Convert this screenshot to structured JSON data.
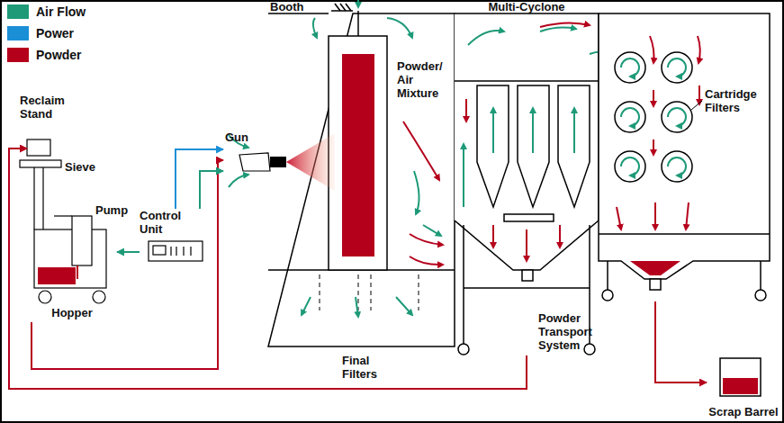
{
  "diagram": {
    "nodes": [
      {
        "text": [
          "Booth"
        ]
      },
      {
        "text": [
          "Multi-Cyclone"
        ]
      },
      {
        "text": [
          "Cartridge Filters"
        ]
      },
      {
        "text": [
          "Hopper"
        ]
      },
      {
        "text": [
          "Control Unit"
        ]
      },
      {
        "text": [
          "Gun"
        ]
      },
      {
        "text": [
          "Scrap Barrel"
        ]
      }
    ],
    "edges": [
      {
        "from": 1,
        "to": 3,
        "arrow": "to"
      },
      {
        "from": 3,
        "to": 5,
        "arrow": "to"
      },
      {
        "from": 4,
        "to": 5,
        "arrow": "to"
      },
      {
        "from": 4,
        "to": 5,
        "arrow": "to"
      },
      {
        "from": 4,
        "to": 3,
        "arrow": "to"
      },
      {
        "from": 2,
        "to": 6,
        "arrow": "to"
      }
    ],
    "labels": [
      "Reclaim Stand",
      "Sieve",
      "Pump",
      "Powder/ Air Mixture",
      "Final Filters",
      "Powder Transport System"
    ],
    "legend": [
      {
        "text": "Air Flow",
        "color": "#1e9a78"
      },
      {
        "text": "Power",
        "color": "#1b8fd6"
      },
      {
        "text": "Powder",
        "color": "#b5001c"
      }
    ]
  }
}
